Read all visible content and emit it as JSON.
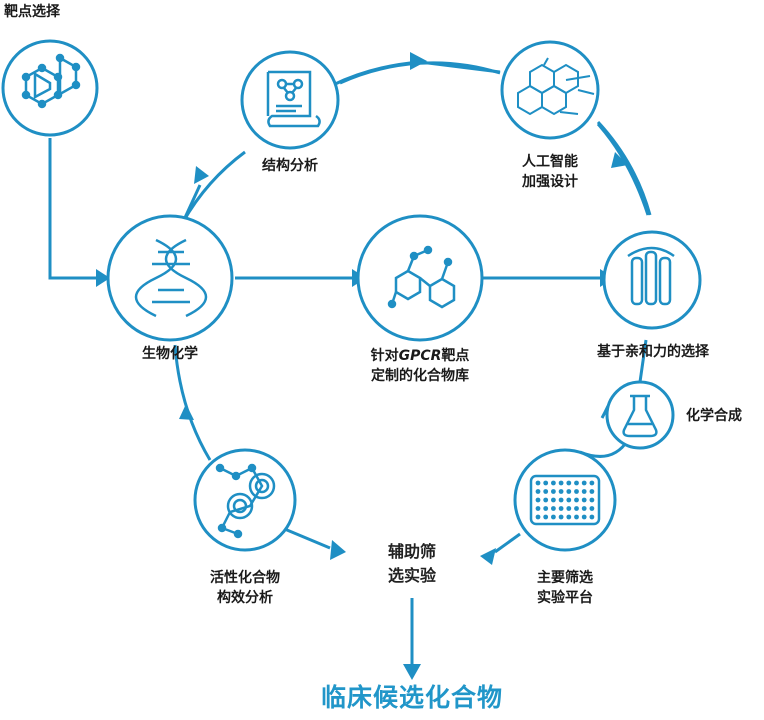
{
  "colors": {
    "accent": "#1f8fc4",
    "final": "#2196c9",
    "text": "#1a1a1a"
  },
  "nodes": {
    "target_selection": {
      "label": "靶点选择",
      "icon": "molecule-hexagon-icon"
    },
    "structure_analysis": {
      "label": "结构分析",
      "icon": "document-structure-icon"
    },
    "ai_design": {
      "line1": "人工智能",
      "line2": "加强设计",
      "icon": "molecule-network-icon"
    },
    "affinity_selection": {
      "label": "基于亲和力的选择",
      "icon": "protein-helix-icon"
    },
    "chemical_synthesis": {
      "label": "化学合成",
      "icon": "flask-icon"
    },
    "screening_platform": {
      "line1": "主要筛选",
      "line2": "实验平台",
      "icon": "well-plate-icon"
    },
    "assisted_screening": {
      "line1": "辅助筛",
      "line2": "选实验"
    },
    "sar_analysis": {
      "line1": "活性化合物",
      "line2": "构效分析",
      "icon": "target-molecule-icon"
    },
    "biochemistry": {
      "label": "生物化学",
      "icon": "dna-icon"
    },
    "gpcr_library": {
      "line1_prefix": "针对",
      "line1_gpcr": "GPCR",
      "line1_suffix": "靶点",
      "line2": "定制的化合物库",
      "icon": "compound-cluster-icon"
    }
  },
  "final": {
    "label": "临床候选化合物"
  }
}
